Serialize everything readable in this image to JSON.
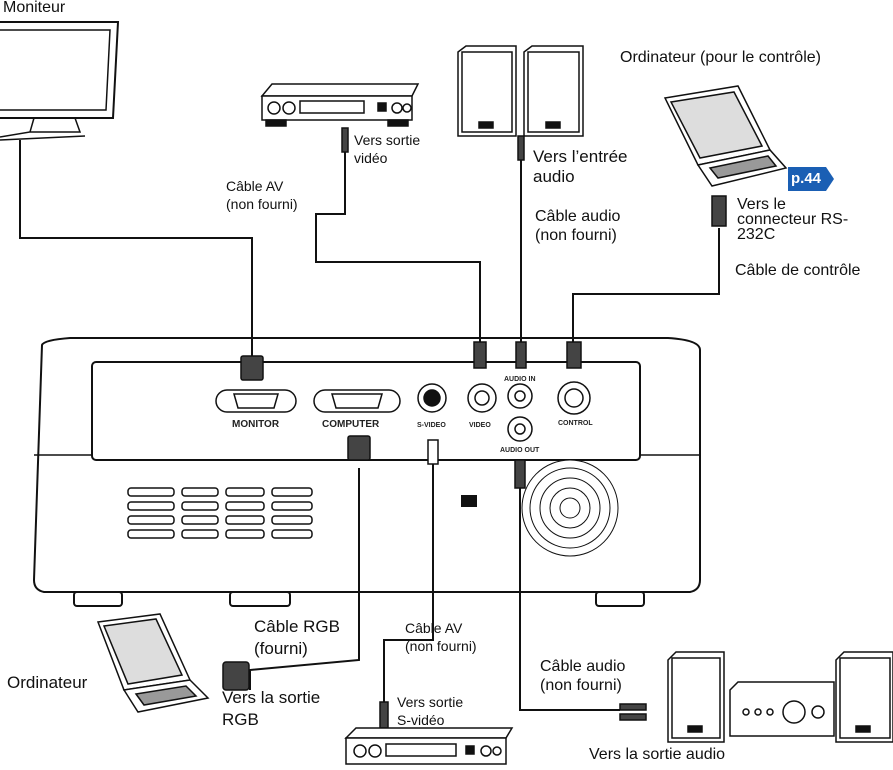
{
  "labels": {
    "monitor": "Moniteur",
    "computer_control": "Ordinateur (pour le contrôle)",
    "vcr_out_top": "Vers sortie vidéo",
    "vcr_out_top_1": "Vers sortie",
    "vcr_out_top_2": "vidéo",
    "speaker_in_1": "Vers l’entrée",
    "speaker_in_2": "audio",
    "av_cable_top_1": "Câble AV",
    "av_cable_top_2": "(non fourni)",
    "audio_cable_top_1": "Câble audio",
    "audio_cable_top_2": "(non fourni)",
    "rs232_1": "Vers le",
    "rs232_2": "connecteur RS-",
    "rs232_3": "232C",
    "control_cable": "Câble de contrôle",
    "rgb_cable_1": "Câble RGB",
    "rgb_cable_2": "(fourni)",
    "av_cable_bottom_1": "Câble AV",
    "av_cable_bottom_2": "(non fourni)",
    "computer": "Ordinateur",
    "rgb_out_1": "Vers la sortie",
    "rgb_out_2": "RGB",
    "svideo_out_1": "Vers sortie",
    "svideo_out_2": "S-vidéo",
    "audio_cable_bottom_1": "Câble audio",
    "audio_cable_bottom_2": "(non fourni)",
    "audio_out": "Vers la sortie audio",
    "page_ref": "p.44"
  },
  "ports": {
    "monitor": "MONITOR",
    "computer": "COMPUTER",
    "svideo": "S-VIDEO",
    "video": "VIDEO",
    "audio_in": "AUDIO IN",
    "audio_out": "AUDIO OUT",
    "control": "CONTROL"
  },
  "colors": {
    "badge": "#1a5fb4",
    "line": "#111111"
  }
}
